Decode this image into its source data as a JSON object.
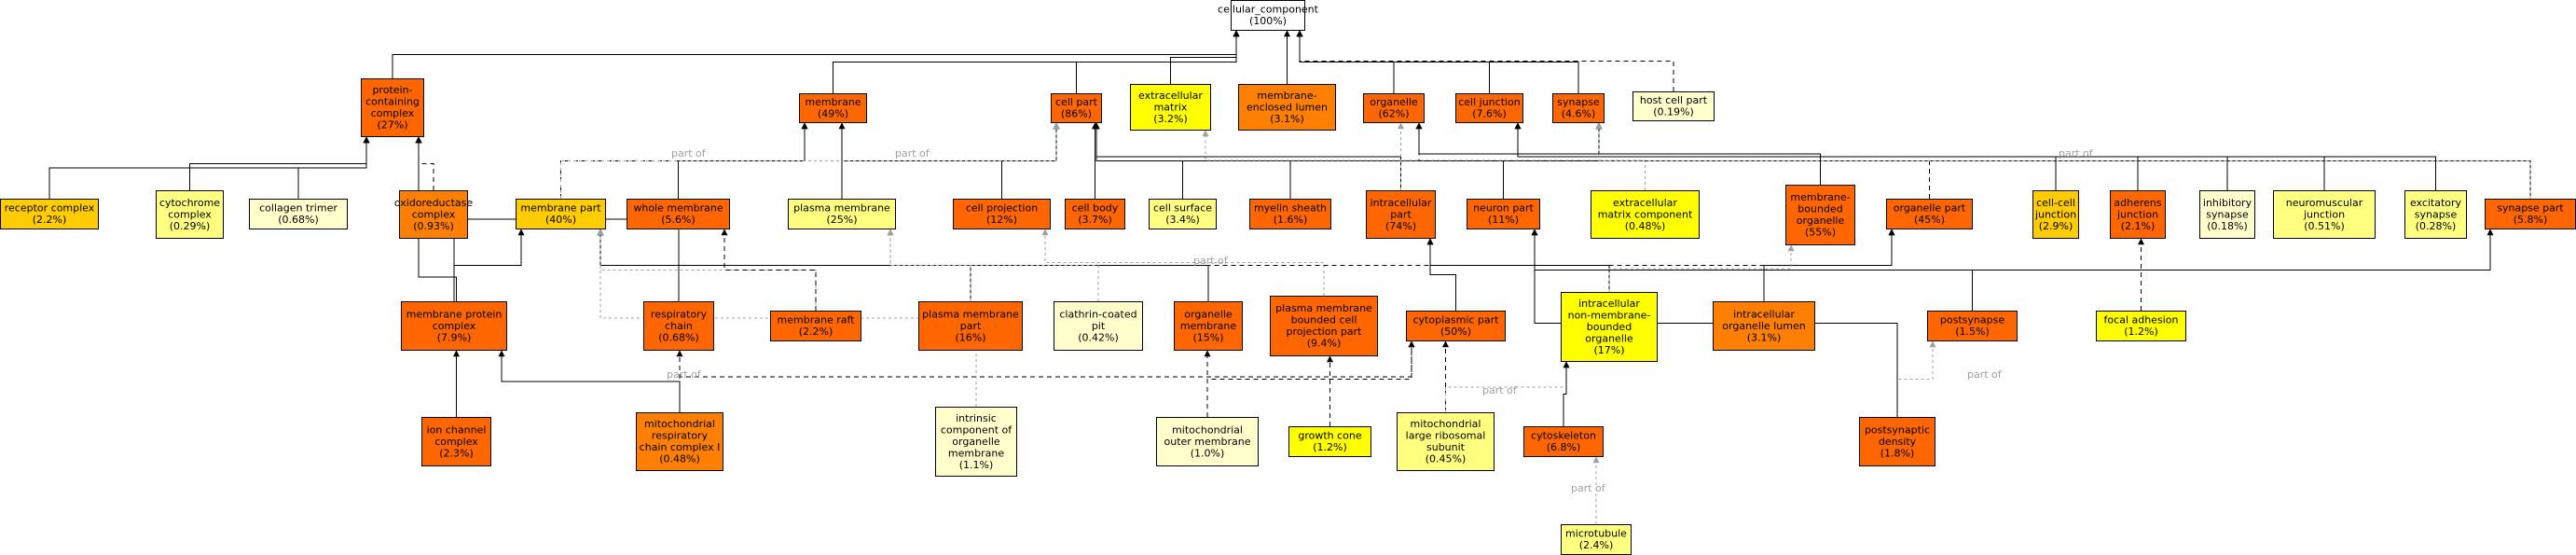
{
  "colors": {
    "dark": "#ff6600",
    "orange": "#ff8000",
    "gold": "#ffcc00",
    "yellow": "#ffff00",
    "pale": "#ffff80",
    "cream": "#ffffcc",
    "white": "#ffffff"
  },
  "nodes": [
    {
      "id": "cc",
      "lines": [
        "cellular_component",
        "(100%)"
      ],
      "fill": "white"
    },
    {
      "id": "pcc",
      "lines": [
        "protein-",
        "containing",
        "complex",
        "(27%)"
      ],
      "fill": "dark"
    },
    {
      "id": "membrane",
      "lines": [
        "membrane",
        "(49%)"
      ],
      "fill": "dark"
    },
    {
      "id": "cellpart",
      "lines": [
        "cell part",
        "(86%)"
      ],
      "fill": "dark"
    },
    {
      "id": "ecm",
      "lines": [
        "extracellular",
        "matrix",
        "(3.2%)"
      ],
      "fill": "yellow"
    },
    {
      "id": "mel",
      "lines": [
        "membrane-",
        "enclosed lumen",
        "(3.1%)"
      ],
      "fill": "orange"
    },
    {
      "id": "organelle",
      "lines": [
        "organelle",
        "(62%)"
      ],
      "fill": "dark"
    },
    {
      "id": "celljunction",
      "lines": [
        "cell junction",
        "(7.6%)"
      ],
      "fill": "dark"
    },
    {
      "id": "synapse",
      "lines": [
        "synapse",
        "(4.6%)"
      ],
      "fill": "dark"
    },
    {
      "id": "hostcellpart",
      "lines": [
        "host cell part",
        "(0.19%)"
      ],
      "fill": "cream"
    },
    {
      "id": "receptorcomplex",
      "lines": [
        "receptor complex",
        "(2.2%)"
      ],
      "fill": "gold"
    },
    {
      "id": "cytochrome",
      "lines": [
        "cytochrome",
        "complex",
        "(0.29%)"
      ],
      "fill": "pale"
    },
    {
      "id": "collagen",
      "lines": [
        "collagen trimer",
        "(0.68%)"
      ],
      "fill": "cream"
    },
    {
      "id": "oxidoreductase",
      "lines": [
        "oxidoreductase",
        "complex",
        "(0.93%)"
      ],
      "fill": "orange"
    },
    {
      "id": "membranepart",
      "lines": [
        "membrane part",
        "(40%)"
      ],
      "fill": "gold"
    },
    {
      "id": "wholemembrane",
      "lines": [
        "whole membrane",
        "(5.6%)"
      ],
      "fill": "dark"
    },
    {
      "id": "plasmamembrane",
      "lines": [
        "plasma membrane",
        "(25%)"
      ],
      "fill": "pale"
    },
    {
      "id": "cellprojection",
      "lines": [
        "cell projection",
        "(12%)"
      ],
      "fill": "dark"
    },
    {
      "id": "cellbody",
      "lines": [
        "cell body",
        "(3.7%)"
      ],
      "fill": "dark"
    },
    {
      "id": "cellsurface",
      "lines": [
        "cell surface",
        "(3.4%)"
      ],
      "fill": "pale"
    },
    {
      "id": "myelin",
      "lines": [
        "myelin sheath",
        "(1.6%)"
      ],
      "fill": "dark"
    },
    {
      "id": "intracellularpart",
      "lines": [
        "intracellular",
        "part",
        "(74%)"
      ],
      "fill": "dark"
    },
    {
      "id": "neuronpart",
      "lines": [
        "neuron part",
        "(11%)"
      ],
      "fill": "dark"
    },
    {
      "id": "ecmcomponent",
      "lines": [
        "extracellular",
        "matrix component",
        "(0.48%)"
      ],
      "fill": "yellow"
    },
    {
      "id": "mbo",
      "lines": [
        "membrane-",
        "bounded",
        "organelle",
        "(55%)"
      ],
      "fill": "dark"
    },
    {
      "id": "organellepart",
      "lines": [
        "organelle part",
        "(45%)"
      ],
      "fill": "dark"
    },
    {
      "id": "cellcell",
      "lines": [
        "cell-cell",
        "junction",
        "(2.9%)"
      ],
      "fill": "gold"
    },
    {
      "id": "adherens",
      "lines": [
        "adherens",
        "junction",
        "(2.1%)"
      ],
      "fill": "dark"
    },
    {
      "id": "inhibitory",
      "lines": [
        "inhibitory",
        "synapse",
        "(0.18%)"
      ],
      "fill": "cream"
    },
    {
      "id": "neuromuscular",
      "lines": [
        "neuromuscular",
        "junction",
        "(0.51%)"
      ],
      "fill": "pale"
    },
    {
      "id": "excitatory",
      "lines": [
        "excitatory",
        "synapse",
        "(0.28%)"
      ],
      "fill": "pale"
    },
    {
      "id": "synapsepart",
      "lines": [
        "synapse part",
        "(5.8%)"
      ],
      "fill": "dark"
    },
    {
      "id": "mpc",
      "lines": [
        "membrane protein",
        "complex",
        "(7.9%)"
      ],
      "fill": "dark"
    },
    {
      "id": "respchain",
      "lines": [
        "respiratory",
        "chain",
        "(0.68%)"
      ],
      "fill": "dark"
    },
    {
      "id": "membraneraft",
      "lines": [
        "membrane raft",
        "(2.2%)"
      ],
      "fill": "dark"
    },
    {
      "id": "pmpart",
      "lines": [
        "plasma membrane",
        "part",
        "(16%)"
      ],
      "fill": "dark"
    },
    {
      "id": "clathrin",
      "lines": [
        "clathrin-coated",
        "pit",
        "(0.42%)"
      ],
      "fill": "cream"
    },
    {
      "id": "organellemembrane",
      "lines": [
        "organelle",
        "membrane",
        "(15%)"
      ],
      "fill": "dark"
    },
    {
      "id": "pmbcpp",
      "lines": [
        "plasma membrane",
        "bounded cell",
        "projection part",
        "(9.4%)"
      ],
      "fill": "dark"
    },
    {
      "id": "cytoplasmicpart",
      "lines": [
        "cytoplasmic part",
        "(50%)"
      ],
      "fill": "dark"
    },
    {
      "id": "inmbo",
      "lines": [
        "intracellular",
        "non-membrane-",
        "bounded",
        "organelle",
        "(17%)"
      ],
      "fill": "yellow"
    },
    {
      "id": "iol",
      "lines": [
        "intracellular",
        "organelle lumen",
        "(3.1%)"
      ],
      "fill": "orange"
    },
    {
      "id": "postsynapse",
      "lines": [
        "postsynapse",
        "(1.5%)"
      ],
      "fill": "dark"
    },
    {
      "id": "focaladhesion",
      "lines": [
        "focal adhesion",
        "(1.2%)"
      ],
      "fill": "yellow"
    },
    {
      "id": "ionchannel",
      "lines": [
        "ion channel",
        "complex",
        "(2.3%)"
      ],
      "fill": "dark"
    },
    {
      "id": "mrccI",
      "lines": [
        "mitochondrial",
        "respiratory",
        "chain complex I",
        "(0.48%)"
      ],
      "fill": "orange"
    },
    {
      "id": "icom",
      "lines": [
        "intrinsic",
        "component of",
        "organelle",
        "membrane",
        "(1.1%)"
      ],
      "fill": "cream"
    },
    {
      "id": "mom",
      "lines": [
        "mitochondrial",
        "outer membrane",
        "(1.0%)"
      ],
      "fill": "cream"
    },
    {
      "id": "growthcone",
      "lines": [
        "growth cone",
        "(1.2%)"
      ],
      "fill": "yellow"
    },
    {
      "id": "mlrs",
      "lines": [
        "mitochondrial",
        "large ribosomal",
        "subunit",
        "(0.45%)"
      ],
      "fill": "pale"
    },
    {
      "id": "cytoskeleton",
      "lines": [
        "cytoskeleton",
        "(6.8%)"
      ],
      "fill": "dark"
    },
    {
      "id": "psd",
      "lines": [
        "postsynaptic",
        "density",
        "(1.8%)"
      ],
      "fill": "dark"
    },
    {
      "id": "microtubule",
      "lines": [
        "microtubule",
        "(2.4%)"
      ],
      "fill": "pale"
    }
  ],
  "edge_labels": [
    "part of",
    "part of",
    "part of",
    "part of",
    "part of",
    "part of",
    "part of",
    "part of"
  ]
}
